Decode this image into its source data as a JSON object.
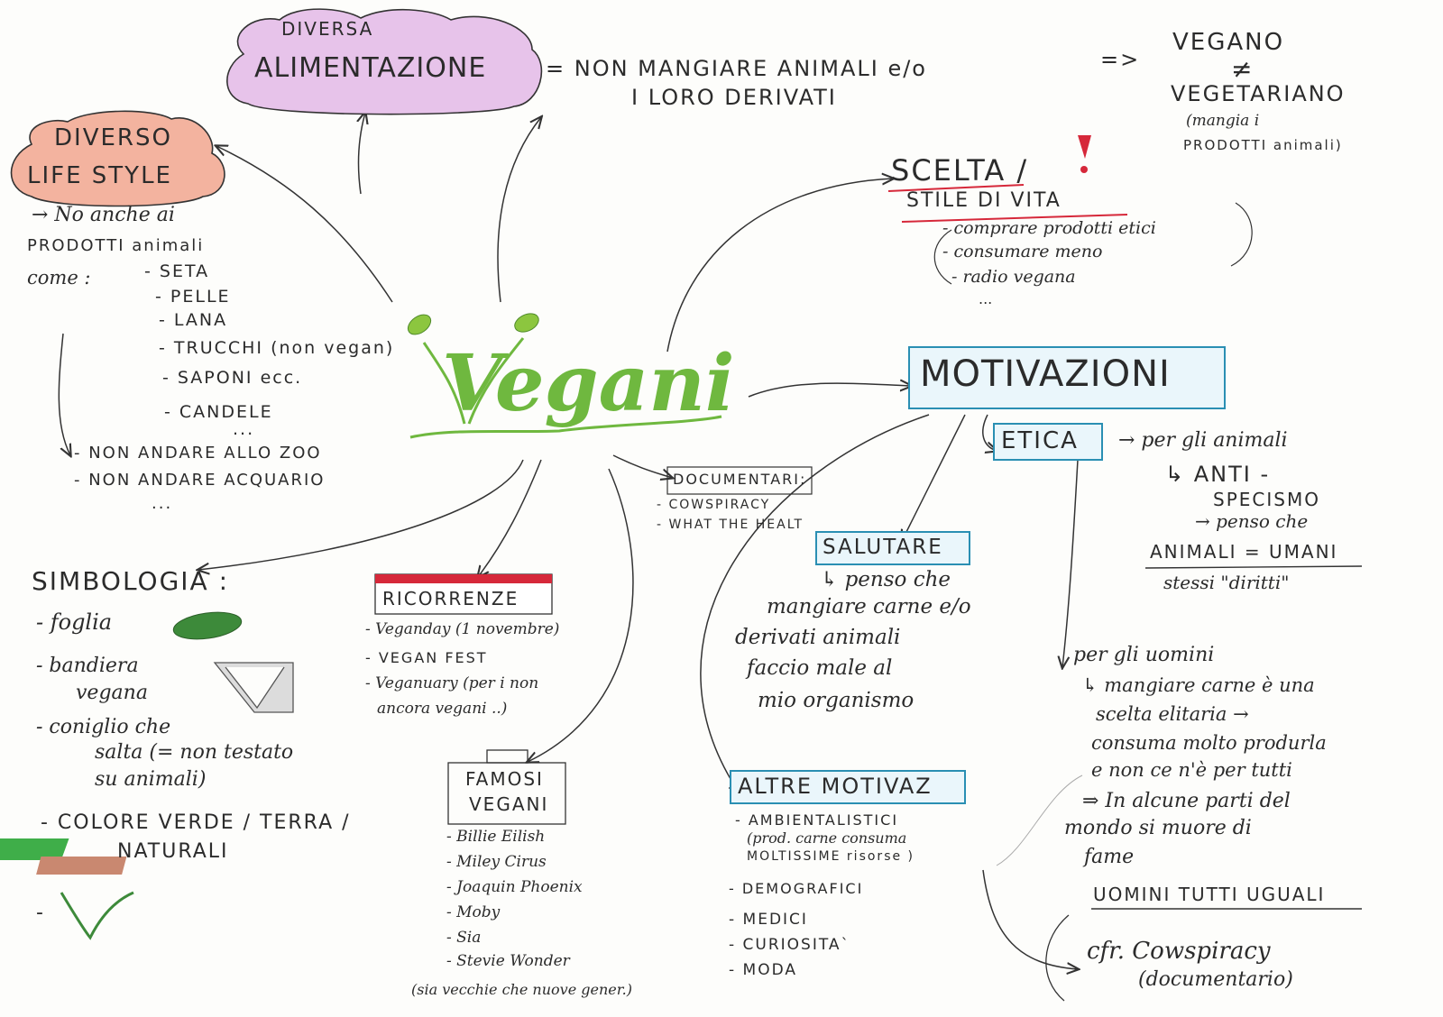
{
  "center": "Vegani",
  "diversa_alimentazione": {
    "title_small": "DIVERSA",
    "title_big": "ALIMENTAZIONE",
    "definition": [
      "= NON MANGIARE ANIMALI e/o",
      "I LORO DERIVATI"
    ],
    "arrow": "=>",
    "vegano": "VEGANO",
    "neq": "≠",
    "vegetariano": "VEGETARIANO",
    "vegetariano_note": [
      "(mangia i",
      "PRODOTTI animali)"
    ]
  },
  "life_style": {
    "title": [
      "DIVERSO",
      "LIFE STYLE"
    ],
    "intro": [
      "→ No anche ai",
      "PRODOTTI animali",
      "come :"
    ],
    "items": [
      "- SETA",
      "- PELLE",
      "- LANA",
      "- TRUCCHI (non vegan)",
      "- SAPONI ecc.",
      "- CANDELE",
      "..."
    ],
    "extra": [
      "- NON ANDARE ALLO ZOO",
      "- NON ANDARE ACQUARIO",
      "..."
    ]
  },
  "scelta": {
    "title": "SCELTA /",
    "exclaim": "!",
    "subtitle": "STILE DI VITA",
    "items": [
      "- comprare prodotti etici",
      "- consumare meno",
      "- radio vegana",
      "..."
    ]
  },
  "motivazioni": {
    "title": "MOTIVAZIONI",
    "etica": {
      "title": "ETICA",
      "animali": [
        "→ per gli animali",
        "↳ ANTI -",
        "SPECISMO",
        "→ penso che",
        "ANIMALI = UMANI",
        "stessi \"diritti\""
      ],
      "uomini": [
        "per gli uomini",
        "↳ mangiare carne è una",
        "scelta elitaria →",
        "consuma molto produrla",
        "e non ce n'è per tutti",
        "⇒ In alcune parti del",
        "mondo si muore di",
        "fame"
      ],
      "uguali": "UOMINI TUTTI UGUALI",
      "cfr": [
        "cfr. Cowspiracy",
        "(documentario)"
      ]
    },
    "salutare": {
      "title": "SALUTARE",
      "text": [
        "↳ penso che",
        "mangiare carne e/o",
        "derivati animali",
        "faccio male al",
        "mio organismo"
      ]
    },
    "altre": {
      "title": "ALTRE MOTIVAZ",
      "items": [
        "- AMBIENTALISTICI",
        "(prod. carne consuma",
        "MOLTISSIME risorse )",
        "- DEMOGRAFICI",
        "- MEDICI",
        "- CURIOSITA`",
        "- MODA"
      ]
    }
  },
  "documentari": {
    "title": "DOCUMENTARI:",
    "items": [
      "- COWSPIRACY",
      "- WHAT THE HEALT"
    ]
  },
  "ricorrenze": {
    "title": "RICORRENZE",
    "items": [
      "- Veganday (1 novembre)",
      "- VEGAN FEST",
      "- Veganuary (per i non",
      "ancora vegani ..)"
    ]
  },
  "famosi": {
    "title": [
      "FAMOSI",
      "VEGANI"
    ],
    "items": [
      "- Billie Eilish",
      "- Miley Cirus",
      "- Joaquin Phoenix",
      "- Moby",
      "- Sia",
      "- Stevie Wonder"
    ],
    "note": "(sia vecchie che nuove gener.)"
  },
  "simbologia": {
    "title": "SIMBOLOGIA :",
    "items": [
      "- foglia",
      "- bandiera",
      "vegana",
      "- coniglio che",
      "salta (= non testato",
      "su animali)",
      "- COLORE VERDE / TERRA /",
      "NATURALI",
      "-"
    ]
  },
  "colors": {
    "green": "#8cc63f",
    "red": "#d6283a",
    "blue": "#2a8fb3",
    "pink": "#d58ad6",
    "orange": "#f0a889",
    "ink": "#2b2b2b"
  }
}
